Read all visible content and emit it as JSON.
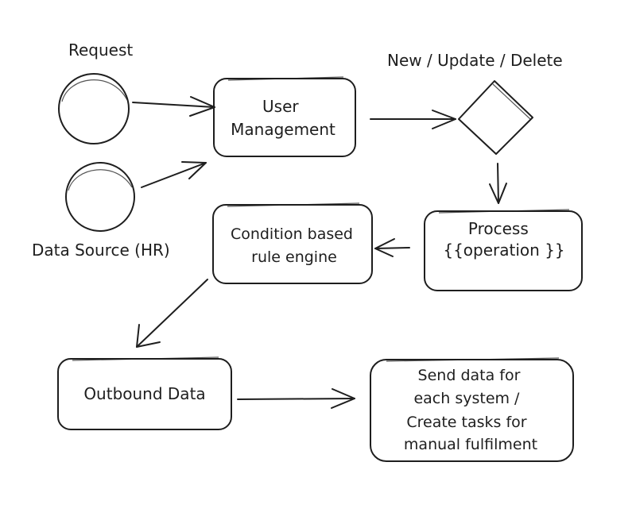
{
  "diagram": {
    "labels": {
      "request": "Request",
      "data_source": "Data Source (HR)",
      "decision": "New / Update / Delete"
    },
    "nodes": {
      "user_management": [
        "User",
        "Management"
      ],
      "process": [
        "Process",
        "{{operation }}"
      ],
      "rule_engine": [
        "Condition based",
        "rule engine"
      ],
      "outbound": [
        "Outbound Data"
      ],
      "send_data": [
        "Send data for",
        "each system /",
        "Create tasks for",
        "manual fulfilment"
      ]
    },
    "colors": {
      "stroke": "#1e1e1e",
      "background": "#ffffff"
    }
  }
}
